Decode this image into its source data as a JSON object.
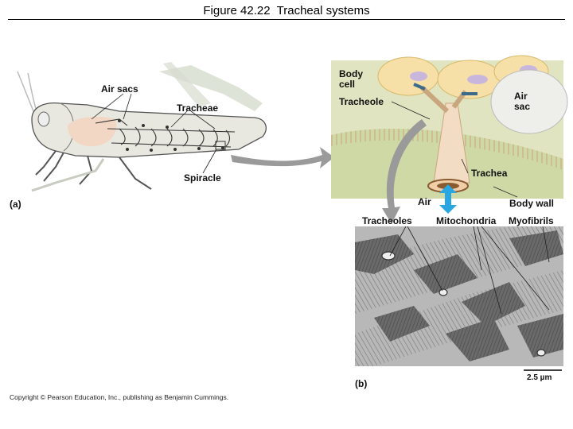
{
  "title": "Figure 42.22  Tracheal systems",
  "panel_a": {
    "label": "(a)",
    "air_sacs": "Air sacs",
    "tracheae": "Tracheae",
    "spiracle": "Spiracle"
  },
  "panel_detail": {
    "body_cell_line1": "Body",
    "body_cell_line2": "cell",
    "tracheole": "Tracheole",
    "air_sac_line1": "Air",
    "air_sac_line2": "sac",
    "trachea": "Trachea",
    "air": "Air",
    "body_wall": "Body wall"
  },
  "panel_b": {
    "label": "(b)",
    "tracheoles": "Tracheoles",
    "mitochondria": "Mitochondria",
    "myofibrils": "Myofibrils",
    "scale_bar": "2.5 µm"
  },
  "copyright": "Copyright © Pearson Education, Inc., publishing as Benjamin Cummings.",
  "colors": {
    "insect_body": "#e8e8e0",
    "insect_outline": "#555555",
    "ghost_legs": "#d0d6c8",
    "air_sac_fill": "#f2d7c4",
    "detail_bg": "#e0e4c0",
    "cell_fill": "#f6e0a8",
    "nucleus_fill": "#c9b6dc",
    "trachea_fill": "#f3dcc4",
    "wall_fill": "#cfd9a6",
    "arrow_gray": "#9a9a9a",
    "air_arrow": "#2aa7e0",
    "micrograph_bg": "#b8b8b8"
  }
}
